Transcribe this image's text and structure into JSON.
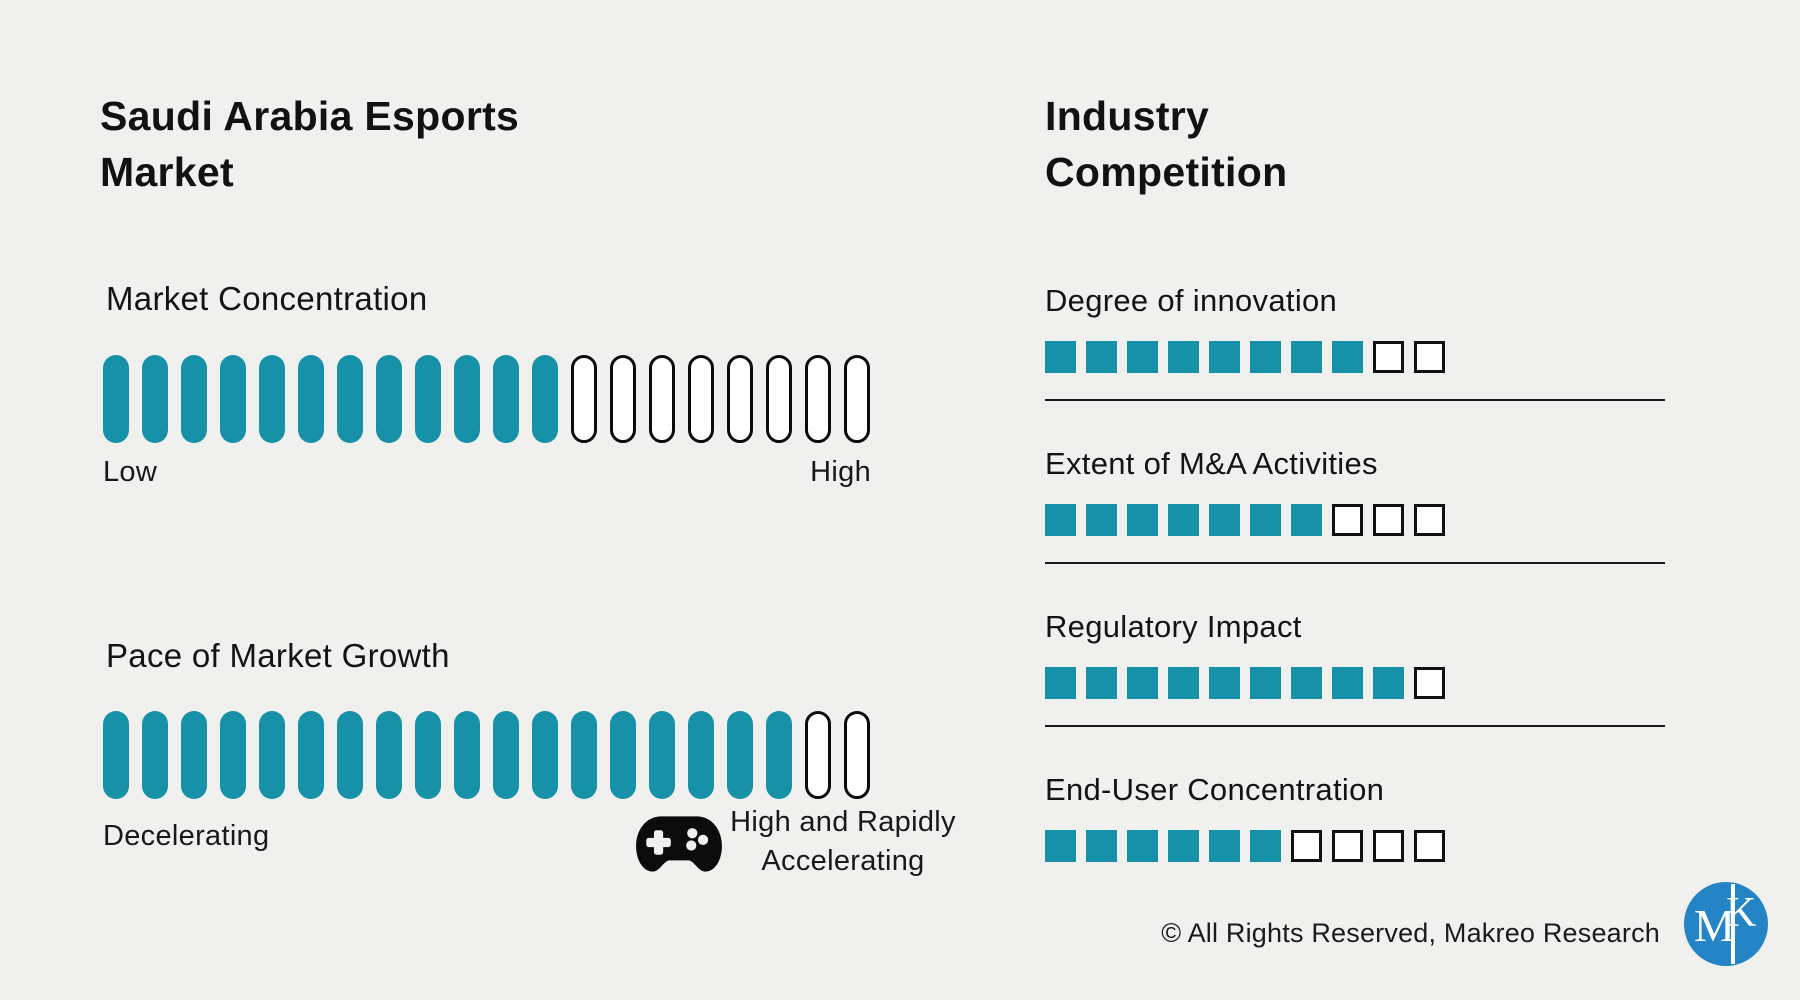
{
  "colors": {
    "background": "#f0f0ee",
    "accent_teal": "#1791a7",
    "outline_black": "#0b0b0b",
    "logo_blue": "#2484c6",
    "logo_text_white": "#ffffff"
  },
  "left_panel": {
    "title_lines": [
      "Saudi Arabia Esports",
      "Market"
    ],
    "gauges": [
      {
        "heading": "Market Concentration",
        "filled": 12,
        "total": 20,
        "left_label": "Low",
        "right_label": "High"
      },
      {
        "heading": "Pace of Market Growth",
        "filled": 18,
        "total": 20,
        "left_label": "Decelerating",
        "right_label_lines": [
          "High and Rapidly",
          "Accelerating"
        ],
        "icon": "gamepad-icon"
      }
    ]
  },
  "right_panel": {
    "title_lines": [
      "Industry",
      "Competition"
    ],
    "ratings": [
      {
        "label": "Degree of innovation",
        "filled": 8,
        "total": 10
      },
      {
        "label": "Extent of M&A Activities",
        "filled": 7,
        "total": 10
      },
      {
        "label": "Regulatory Impact",
        "filled": 9,
        "total": 10
      },
      {
        "label": "End-User Concentration",
        "filled": 6,
        "total": 10
      }
    ]
  },
  "footer": {
    "copyright": "© All Rights Reserved, Makreo Research",
    "logo_letters": {
      "m": "M",
      "k": "K"
    }
  },
  "chart_data": [
    {
      "type": "bar",
      "title": "Saudi Arabia Esports Market",
      "categories": [
        "Market Concentration",
        "Pace of Market Growth"
      ],
      "values": [
        12,
        18
      ],
      "max_per_category": 20,
      "scales": [
        {
          "low": "Low",
          "high": "High"
        },
        {
          "low": "Decelerating",
          "high": "High and Rapidly Accelerating"
        }
      ],
      "legend_position": "none",
      "grid": false
    },
    {
      "type": "bar",
      "title": "Industry Competition",
      "categories": [
        "Degree of innovation",
        "Extent of M&A Activities",
        "Regulatory Impact",
        "End-User Concentration"
      ],
      "values": [
        8,
        7,
        9,
        6
      ],
      "max_per_category": 10,
      "legend_position": "none",
      "grid": false
    }
  ]
}
